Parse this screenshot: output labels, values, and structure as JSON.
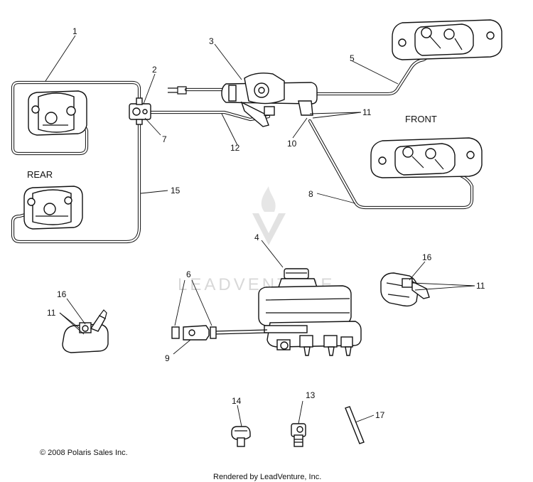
{
  "callouts": [
    "1",
    "2",
    "3",
    "4",
    "5",
    "6",
    "7",
    "8",
    "9",
    "10",
    "11",
    "12",
    "13",
    "14",
    "15",
    "16",
    "17"
  ],
  "captions": {
    "front": "FRONT",
    "rear": "REAR"
  },
  "watermark": {
    "text": "LEADVENTURE"
  },
  "footer": {
    "copyright": "© 2008 Polaris Sales Inc.",
    "rendered_by": "Rendered by LeadVenture, Inc."
  }
}
